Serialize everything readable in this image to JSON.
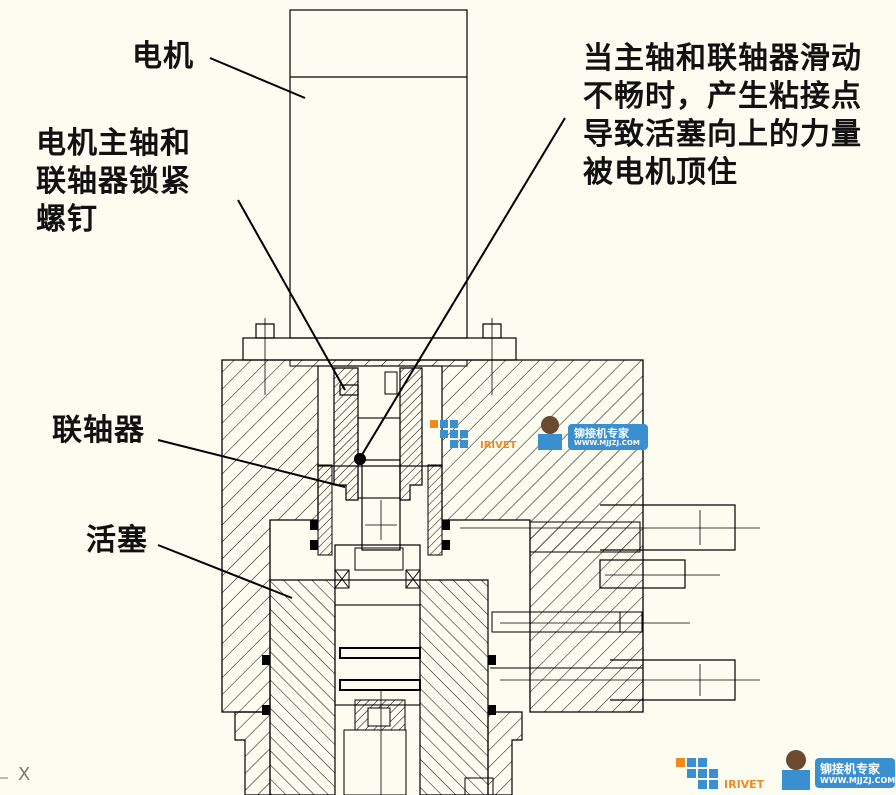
{
  "labels": {
    "motor": "电机",
    "screw": "电机主轴和\n联轴器锁紧\n螺钉",
    "note": "当主轴和联轴器滑动\n不畅时，产生粘接点\n导致活塞向上的力量\n被电机顶住",
    "coupling": "联轴器",
    "piston": "活塞"
  },
  "watermark": {
    "brand": "IRIVET",
    "site_name": "铆接机专家",
    "site_url": "WWW.MJJZJ.COM"
  },
  "axis_mark": "X",
  "colors": {
    "background": "#fdfcf0",
    "line": "#000000",
    "watermark_blue": "#3a8fd0",
    "watermark_orange": "#f08a1e"
  }
}
